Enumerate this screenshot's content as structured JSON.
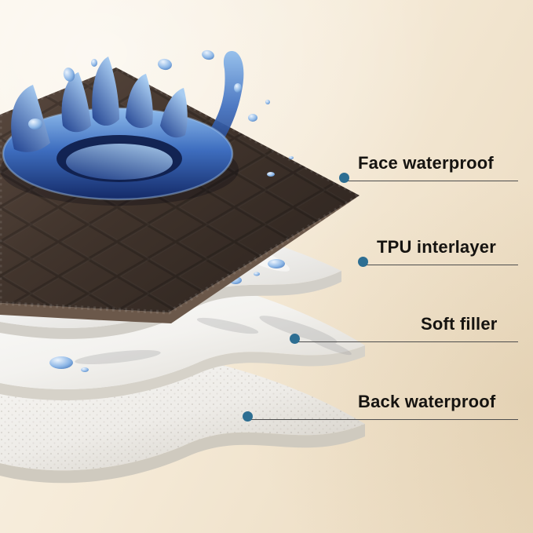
{
  "callouts": [
    {
      "text": "Face waterproof"
    },
    {
      "text": "TPU interlayer"
    },
    {
      "text": "Soft filler"
    },
    {
      "text": "Back waterproof"
    }
  ],
  "colors": {
    "background_top_left": "#faf4e8",
    "background_bottom_right": "#e9d8bc",
    "callout_dot": "#2d6e92",
    "callout_line": "#4d4d4d",
    "callout_text": "#151310",
    "face_layer": "#3f322b",
    "face_layer_edge": "#6b584a",
    "white_layer": "#f5f3ef",
    "water_dark": "#142a68",
    "water_light": "#8fbcec"
  }
}
